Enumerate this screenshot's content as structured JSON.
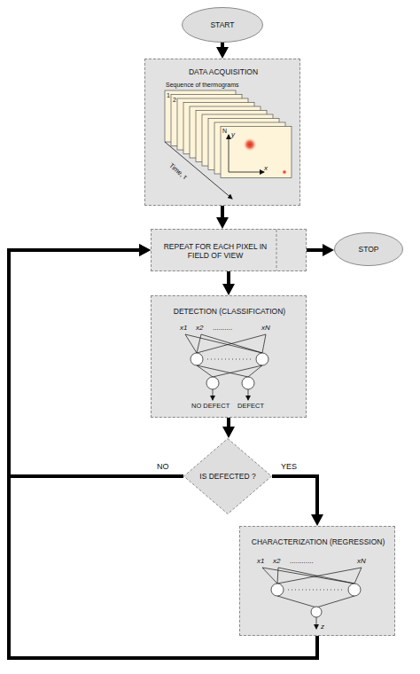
{
  "diagram": {
    "nodes": [
      {
        "text": [
          "START"
        ]
      },
      {
        "text": [
          "DATA ACQUISITION"
        ]
      },
      {
        "text": [
          "REPEAT FOR EACH PIXEL IN FIELD OF VIEW"
        ]
      },
      {
        "text": [
          "STOP"
        ]
      },
      {
        "text": [
          "DETECTION (CLASSIFICATION)"
        ]
      },
      {
        "text": [
          "IS DEFECTED ?"
        ]
      },
      {
        "text": [
          "CHARACTERIZATION (REGRESSION)"
        ]
      }
    ],
    "edges": [
      {
        "from": 0,
        "to": 1,
        "arrow": "to"
      },
      {
        "from": 1,
        "to": 2,
        "arrow": "to"
      },
      {
        "from": 2,
        "to": 3,
        "arrow": "to"
      },
      {
        "from": 2,
        "to": 4,
        "arrow": "to"
      },
      {
        "from": 4,
        "to": 5,
        "arrow": "to"
      },
      {
        "from": 5,
        "to": 2,
        "label": "NO",
        "arrow": "to"
      },
      {
        "from": 5,
        "to": 6,
        "label": "YES",
        "arrow": "to"
      },
      {
        "from": 6,
        "to": 2,
        "arrow": "to"
      }
    ],
    "labels": [
      "Sequence of thermograms",
      "1",
      "2",
      "N",
      "y",
      "x",
      "Time, τ",
      "x1",
      "x2",
      "..........",
      "xN",
      "NO DEFECT",
      "DEFECT",
      "x1",
      "x2",
      "............",
      "xN",
      "z"
    ]
  }
}
